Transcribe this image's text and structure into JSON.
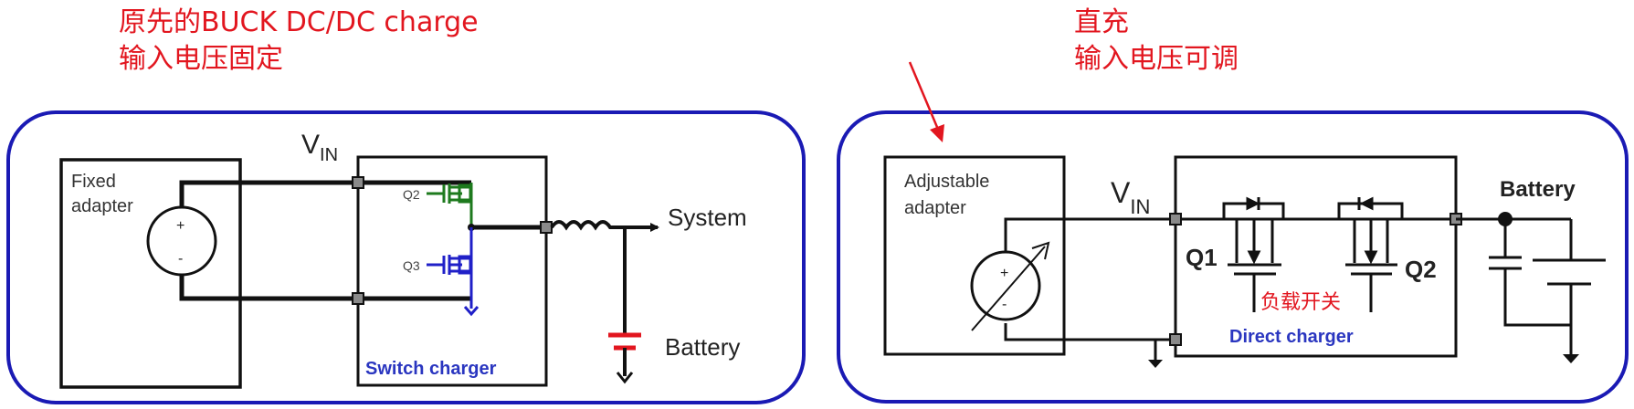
{
  "annotations": {
    "left_title_line1": "原先的BUCK DC/DC charge",
    "left_title_line2": "输入电压固定",
    "right_title_line1": "直充",
    "right_title_line2": "输入电压可调",
    "load_switch_note": "负载开关"
  },
  "left_panel": {
    "adapter_label_line1": "Fixed",
    "adapter_label_line2": "adapter",
    "source_plus": "+",
    "source_minus": "-",
    "vin_main": "V",
    "vin_sub": "IN",
    "q2_label": "Q2",
    "q3_label": "Q3",
    "charger_label": "Switch charger",
    "system_label": "System",
    "battery_label": "Battery"
  },
  "right_panel": {
    "adapter_label_line1": "Adjustable",
    "adapter_label_line2": "adapter",
    "source_plus": "+",
    "source_minus": "-",
    "vin_main": "V",
    "vin_sub": "IN",
    "q1_label": "Q1",
    "q2_label": "Q2",
    "charger_label": "Direct charger",
    "battery_label": "Battery"
  },
  "colors": {
    "panel_border": "#1a1ab4",
    "annotation_red": "#e2161f",
    "q2_green": "#1e7a1e",
    "q3_blue": "#2020c8",
    "charger_label_blue": "#2a36c0",
    "battery_plate_red": "#e2161f",
    "wire": "#111111",
    "node_fill": "#8a8a8a"
  }
}
